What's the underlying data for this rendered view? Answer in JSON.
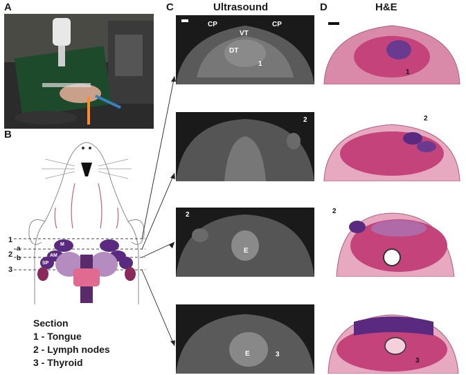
{
  "panels": {
    "a": "A",
    "b": "B",
    "c": "C",
    "d": "D"
  },
  "titles": {
    "ultrasound": "Ultrasound",
    "he": "H&E"
  },
  "legend": {
    "heading": "Section",
    "items": [
      "1 - Tongue",
      "2 - Lymph nodes",
      "3 - Thyroid"
    ]
  },
  "diagram_labels": {
    "line1": "1",
    "line2": "2",
    "sub_a": "a",
    "sub_b": "b",
    "line3": "3",
    "node_m": "M",
    "node_am": "AM",
    "node_sp": "SP"
  },
  "ultrasound_labels": {
    "cp_left": "CP",
    "cp_right": "CP",
    "vt": "VT",
    "dt": "DT",
    "img1_marker": "1",
    "img2_marker": "2",
    "img3_marker": "2",
    "img3_e": "E",
    "img4_e": "E",
    "img4_marker": "3"
  },
  "he_labels": {
    "img1_marker": "1",
    "img2_marker": "2",
    "img3_marker": "2",
    "img4_marker": "3"
  }
}
